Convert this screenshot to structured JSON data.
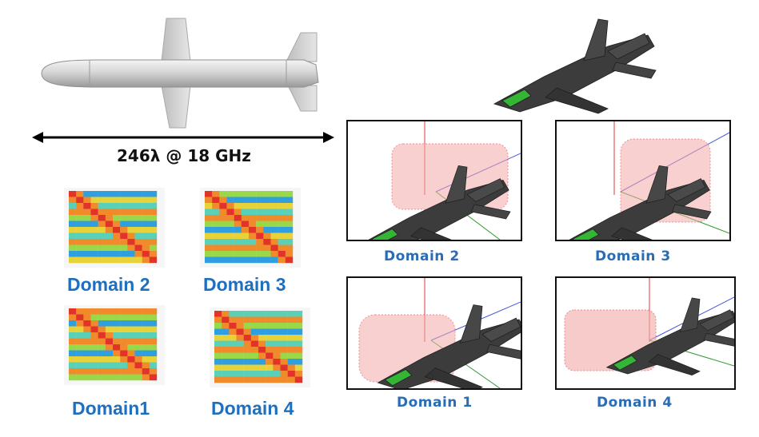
{
  "dimension": {
    "text": "246λ @ 18 GHz"
  },
  "matrices": [
    {
      "label": "Domain 2"
    },
    {
      "label": "Domain 3"
    },
    {
      "label": "Domain1"
    },
    {
      "label": "Domain 4"
    }
  ],
  "panels": [
    {
      "label": "Domain  2"
    },
    {
      "label": "Domain  3"
    },
    {
      "label": "Domain  1"
    },
    {
      "label": "Domain  4"
    }
  ],
  "colors": {
    "arrow": "#000000",
    "label_blue": "#1f6fbf",
    "mesh_red": "#e23a3a",
    "aircraft_gray": "#3c3c3c",
    "canopy_green": "#35b535"
  }
}
